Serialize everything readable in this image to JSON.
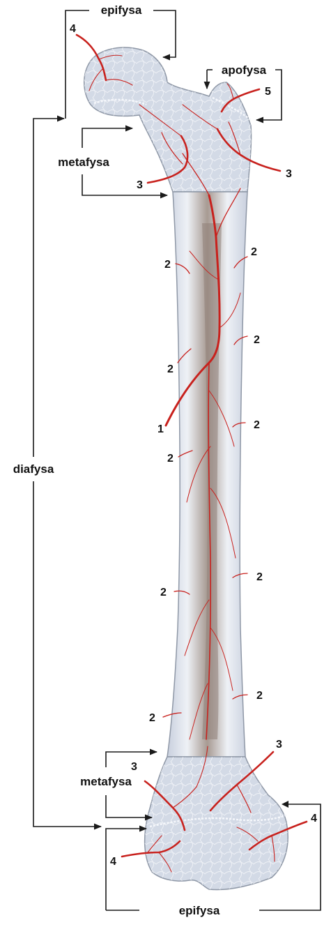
{
  "colors": {
    "bone_fill": "#d7dde8",
    "bone_outline": "#8e97a6",
    "cortex": "#eef1f6",
    "medulla": "#9f8f86",
    "artery": "#c8211d",
    "line": "#1a1a1a"
  },
  "regions": {
    "epiphysis_top": "epifysa",
    "apophysis": "apofysa",
    "metaphysis_top": "metafysa",
    "diaphysis": "diafysa",
    "metaphysis_bottom": "metafysa",
    "epiphysis_bottom": "epifysa"
  },
  "markers": {
    "nutrient_artery": "1",
    "periosteal_arteries": "2",
    "metaphyseal_arteries": "3",
    "epiphyseal_arteries": "4",
    "apophyseal_artery": "5"
  },
  "icons": [
    "arrow-head-icon"
  ]
}
